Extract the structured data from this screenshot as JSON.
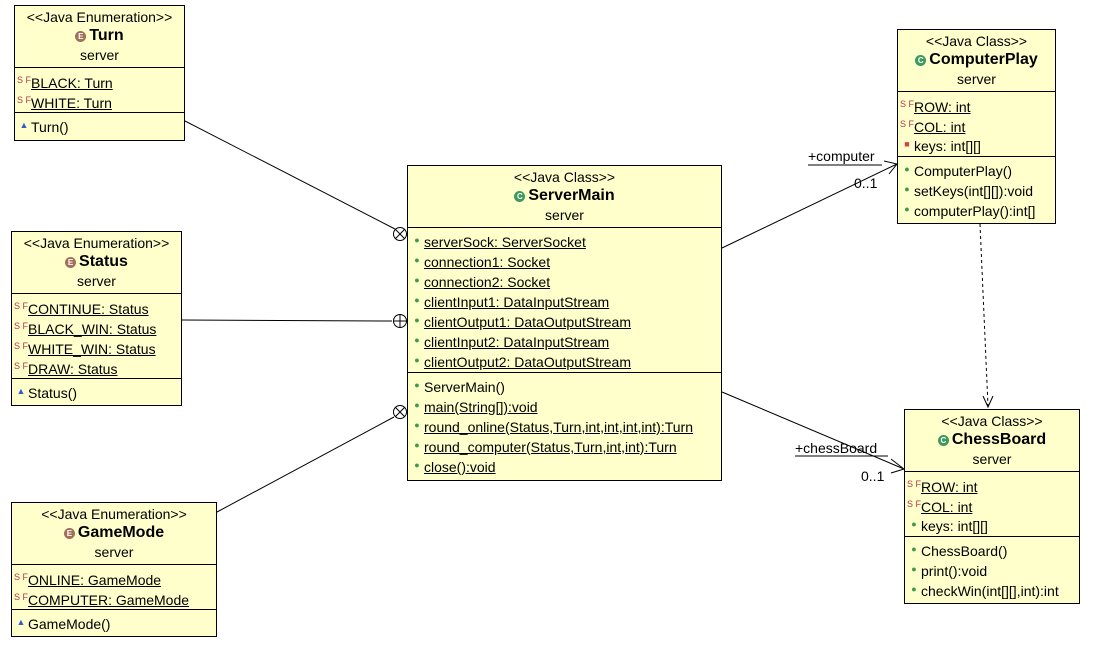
{
  "stereo_class": "<<Java Class>>",
  "stereo_enum": "<<Java Enumeration>>",
  "classes": {
    "turn": {
      "name": "Turn",
      "package": "server",
      "fields": [
        "BLACK: Turn",
        "WHITE: Turn"
      ],
      "methods": [
        "Turn()"
      ]
    },
    "status": {
      "name": "Status",
      "package": "server",
      "fields": [
        "CONTINUE: Status",
        "BLACK_WIN: Status",
        "WHITE_WIN: Status",
        "DRAW: Status"
      ],
      "methods": [
        "Status()"
      ]
    },
    "gamemode": {
      "name": "GameMode",
      "package": "server",
      "fields": [
        "ONLINE: GameMode",
        "COMPUTER: GameMode"
      ],
      "methods": [
        "GameMode()"
      ]
    },
    "servermain": {
      "name": "ServerMain",
      "package": "server",
      "fields": [
        "serverSock: ServerSocket",
        "connection1: Socket",
        "connection2: Socket",
        "clientInput1: DataInputStream",
        "clientOutput1: DataOutputStream",
        "clientInput2: DataInputStream",
        "clientOutput2: DataOutputStream"
      ],
      "methods": [
        "ServerMain()",
        "main(String[]):void",
        "round_online(Status,Turn,int,int,int,int):Turn",
        "round_computer(Status,Turn,int,int):Turn",
        "close():void"
      ]
    },
    "computerplay": {
      "name": "ComputerPlay",
      "package": "server",
      "fields": [
        "ROW: int",
        "COL: int",
        "keys: int[][]"
      ],
      "methods": [
        "ComputerPlay()",
        "setKeys(int[][]):void",
        "computerPlay():int[]"
      ]
    },
    "chessboard": {
      "name": "ChessBoard",
      "package": "server",
      "fields": [
        "ROW: int",
        "COL: int",
        "keys: int[][]"
      ],
      "methods": [
        "ChessBoard()",
        "print():void",
        "checkWin(int[][],int):int"
      ]
    }
  },
  "associations": {
    "computer_role": "+computer",
    "computer_mult": "0..1",
    "chessboard_role": "+chessBoard",
    "chessboard_mult": "0..1"
  }
}
